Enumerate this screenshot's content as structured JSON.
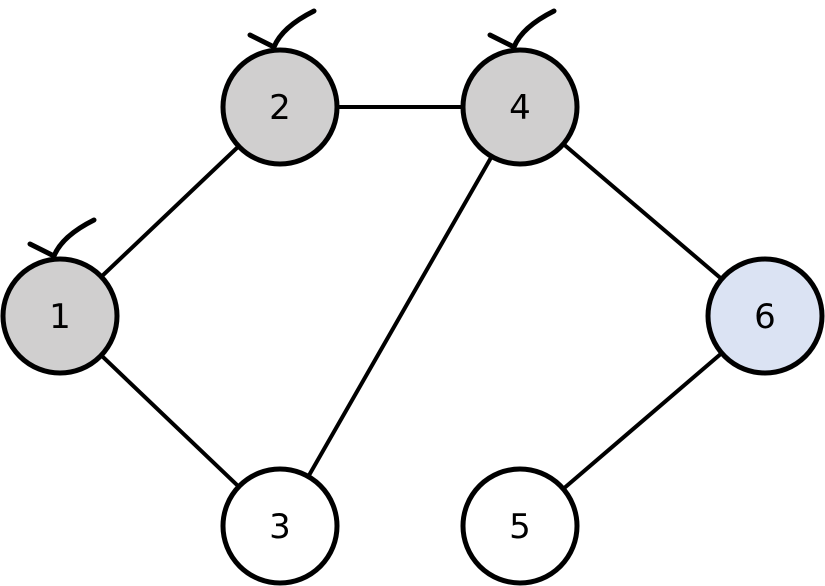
{
  "colors": {
    "visited": "#d0cfcf",
    "current": "#dbe3f3",
    "unvisited": "#ffffff",
    "stroke": "#000000"
  },
  "graph": {
    "nodes": [
      {
        "id": "1",
        "label": "1",
        "state": "visited",
        "checked": true
      },
      {
        "id": "2",
        "label": "2",
        "state": "visited",
        "checked": true
      },
      {
        "id": "3",
        "label": "3",
        "state": "unvisited",
        "checked": false
      },
      {
        "id": "4",
        "label": "4",
        "state": "visited",
        "checked": true
      },
      {
        "id": "5",
        "label": "5",
        "state": "unvisited",
        "checked": false
      },
      {
        "id": "6",
        "label": "6",
        "state": "current",
        "checked": false
      }
    ],
    "edges": [
      {
        "from": "1",
        "to": "2"
      },
      {
        "from": "1",
        "to": "3"
      },
      {
        "from": "2",
        "to": "4"
      },
      {
        "from": "3",
        "to": "4"
      },
      {
        "from": "4",
        "to": "6"
      },
      {
        "from": "5",
        "to": "6"
      }
    ]
  }
}
